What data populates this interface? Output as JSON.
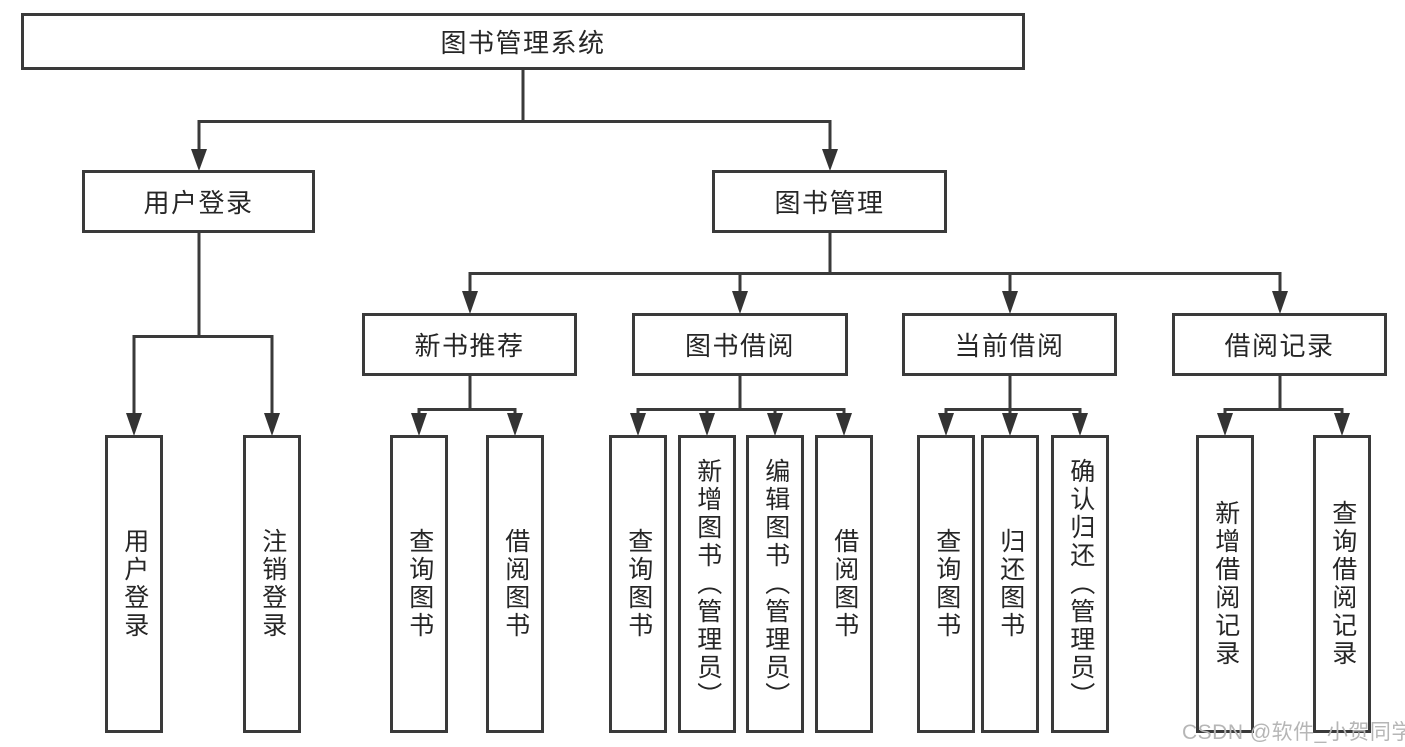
{
  "tree": {
    "root": "图书管理系统",
    "branches": [
      {
        "label": "用户登录",
        "leaves": [
          "用户登录",
          "注销登录"
        ]
      },
      {
        "label": "图书管理",
        "groups": [
          {
            "label": "新书推荐",
            "leaves": [
              "查询图书",
              "借阅图书"
            ]
          },
          {
            "label": "图书借阅",
            "leaves": [
              "查询图书",
              "新增图书（管理员）",
              "编辑图书（管理员）",
              "借阅图书"
            ]
          },
          {
            "label": "当前借阅",
            "leaves": [
              "查询图书",
              "归还图书",
              "确认归还（管理员）"
            ]
          },
          {
            "label": "借阅记录",
            "leaves": [
              "新增借阅记录",
              "查询借阅记录"
            ]
          }
        ]
      }
    ]
  },
  "watermark": {
    "text": "CSDN @软件_小贺同学"
  },
  "colors": {
    "line": "#3a3a3a",
    "box_border": "#3a3a3a",
    "text": "#262626",
    "watermark": "#b6b6b6",
    "background": "#ffffff"
  }
}
